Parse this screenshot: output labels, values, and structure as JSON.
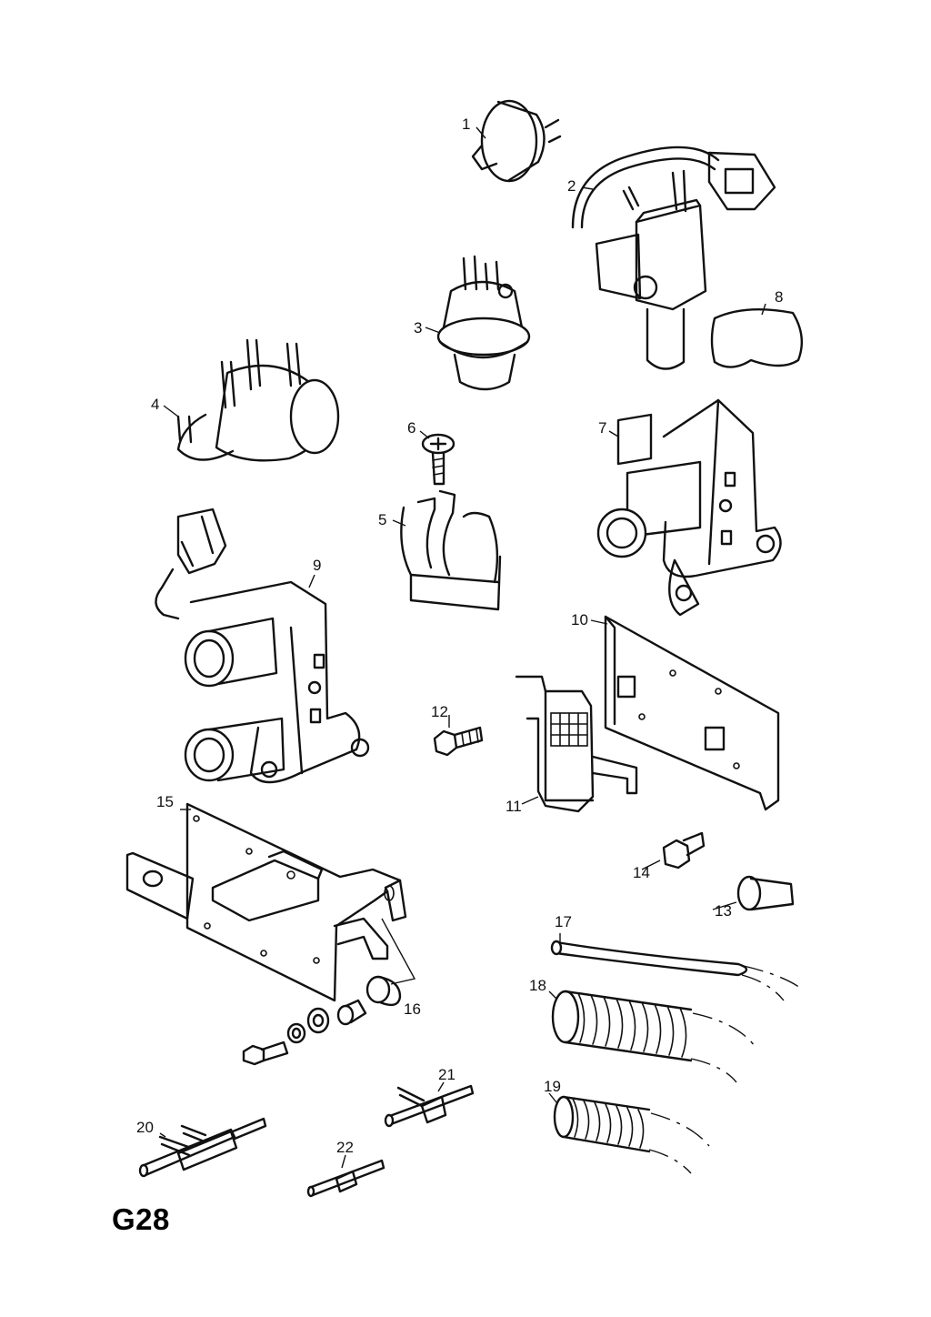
{
  "diagram": {
    "page_code": "G28",
    "callouts": [
      "1",
      "2",
      "3",
      "4",
      "5",
      "6",
      "7",
      "8",
      "9",
      "10",
      "11",
      "12",
      "13",
      "14",
      "15",
      "16",
      "17",
      "18",
      "19",
      "20",
      "21",
      "22"
    ]
  }
}
